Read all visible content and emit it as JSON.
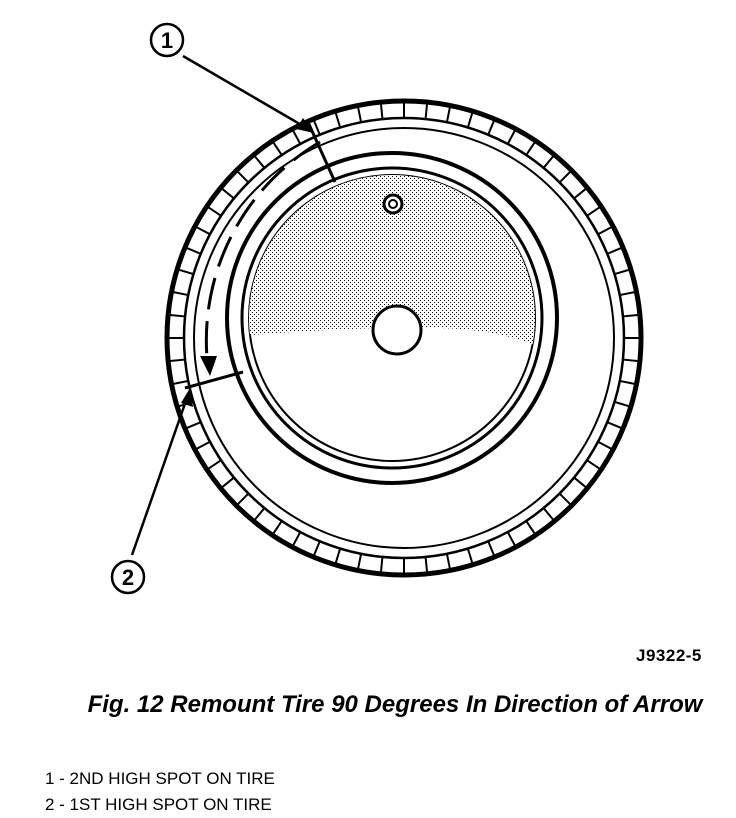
{
  "figure": {
    "id": "J9322-5",
    "caption": "Fig. 12 Remount Tire 90 Degrees In Direction of Arrow"
  },
  "callouts": [
    {
      "number": "1",
      "text": "1 - 2ND HIGH SPOT ON TIRE"
    },
    {
      "number": "2",
      "text": "2 - 1ST HIGH SPOT ON TIRE"
    }
  ]
}
